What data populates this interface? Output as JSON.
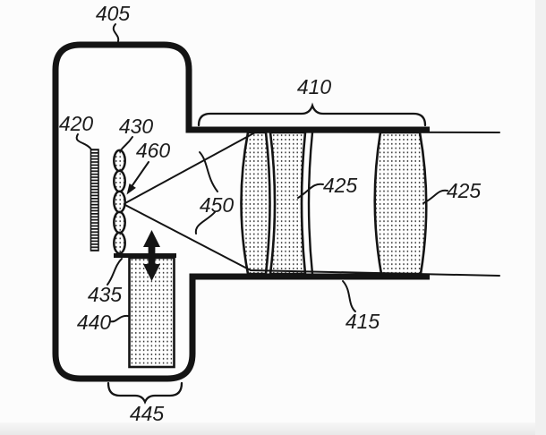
{
  "figure": {
    "colors": {
      "ink": "#141414",
      "paper": "#fcfcfc",
      "shadow_band": "#ececec",
      "dot_fill": "#2b2b2b"
    },
    "labels": {
      "housing": "405",
      "lens_assembly": "410",
      "barrel_lower": "415",
      "slit_element": "420",
      "element_stack": "430",
      "stack_pointer": "460",
      "light_cone": "450",
      "doublet_lens": "425",
      "rear_lens": "425",
      "stack_platform": "435",
      "actuator_block": "440",
      "base_section": "445"
    }
  }
}
